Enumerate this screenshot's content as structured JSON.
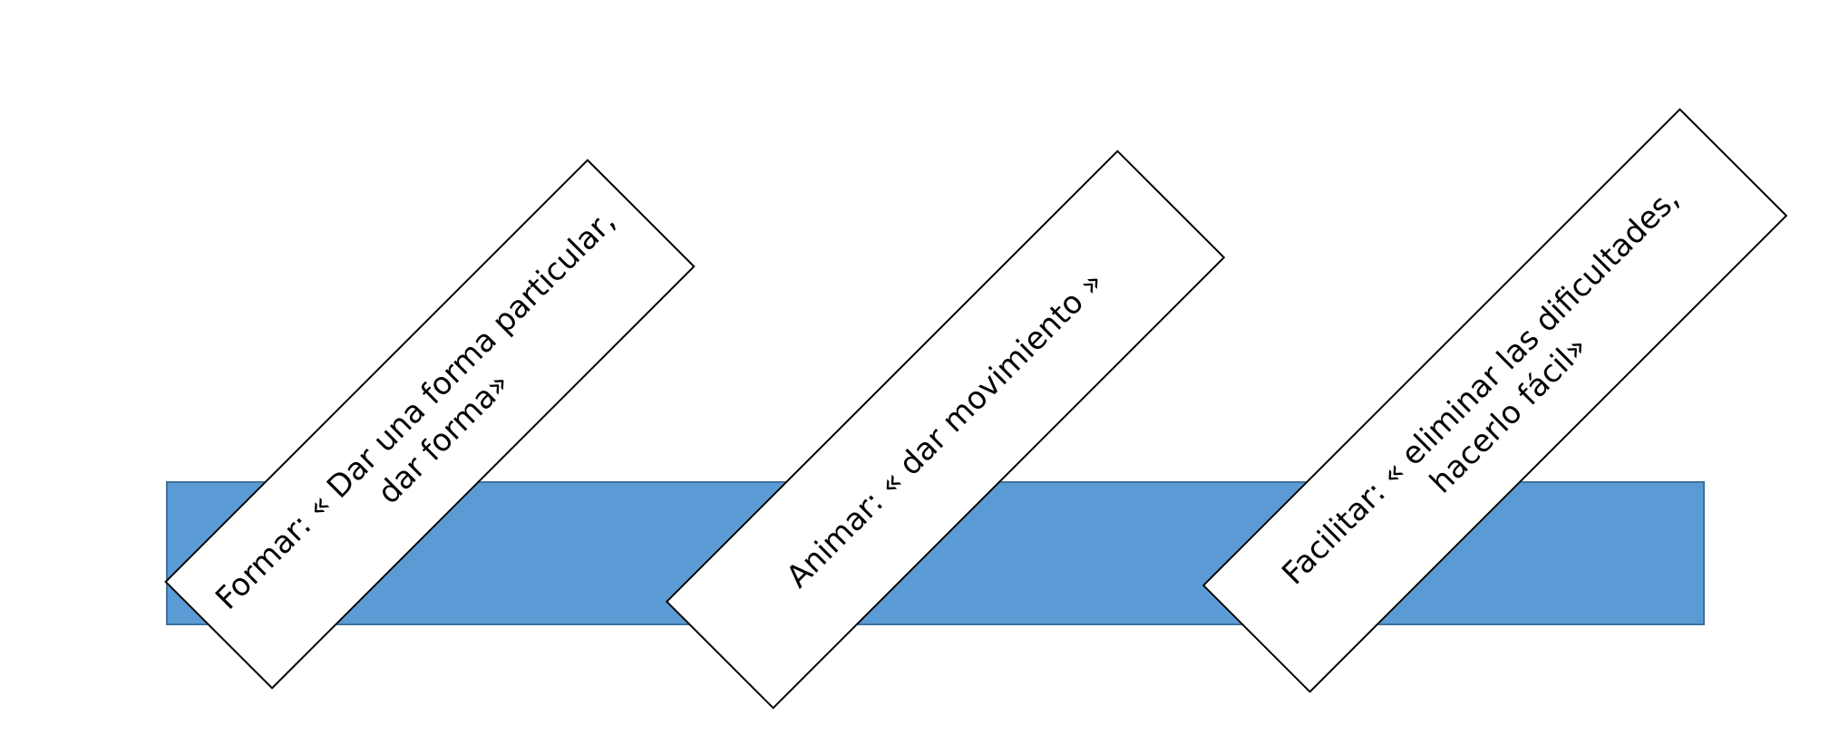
{
  "diagram": {
    "bar_color": "#5b9bd5",
    "bar_border_color": "#41719c",
    "card_border_color": "#000000",
    "cards": [
      {
        "label": "Formar: « Dar una forma particular, dar forma»"
      },
      {
        "label": "Animar: « dar movimiento »"
      },
      {
        "label": "Facilitar: « eliminar las dificultades, hacerlo fácil»"
      }
    ]
  }
}
